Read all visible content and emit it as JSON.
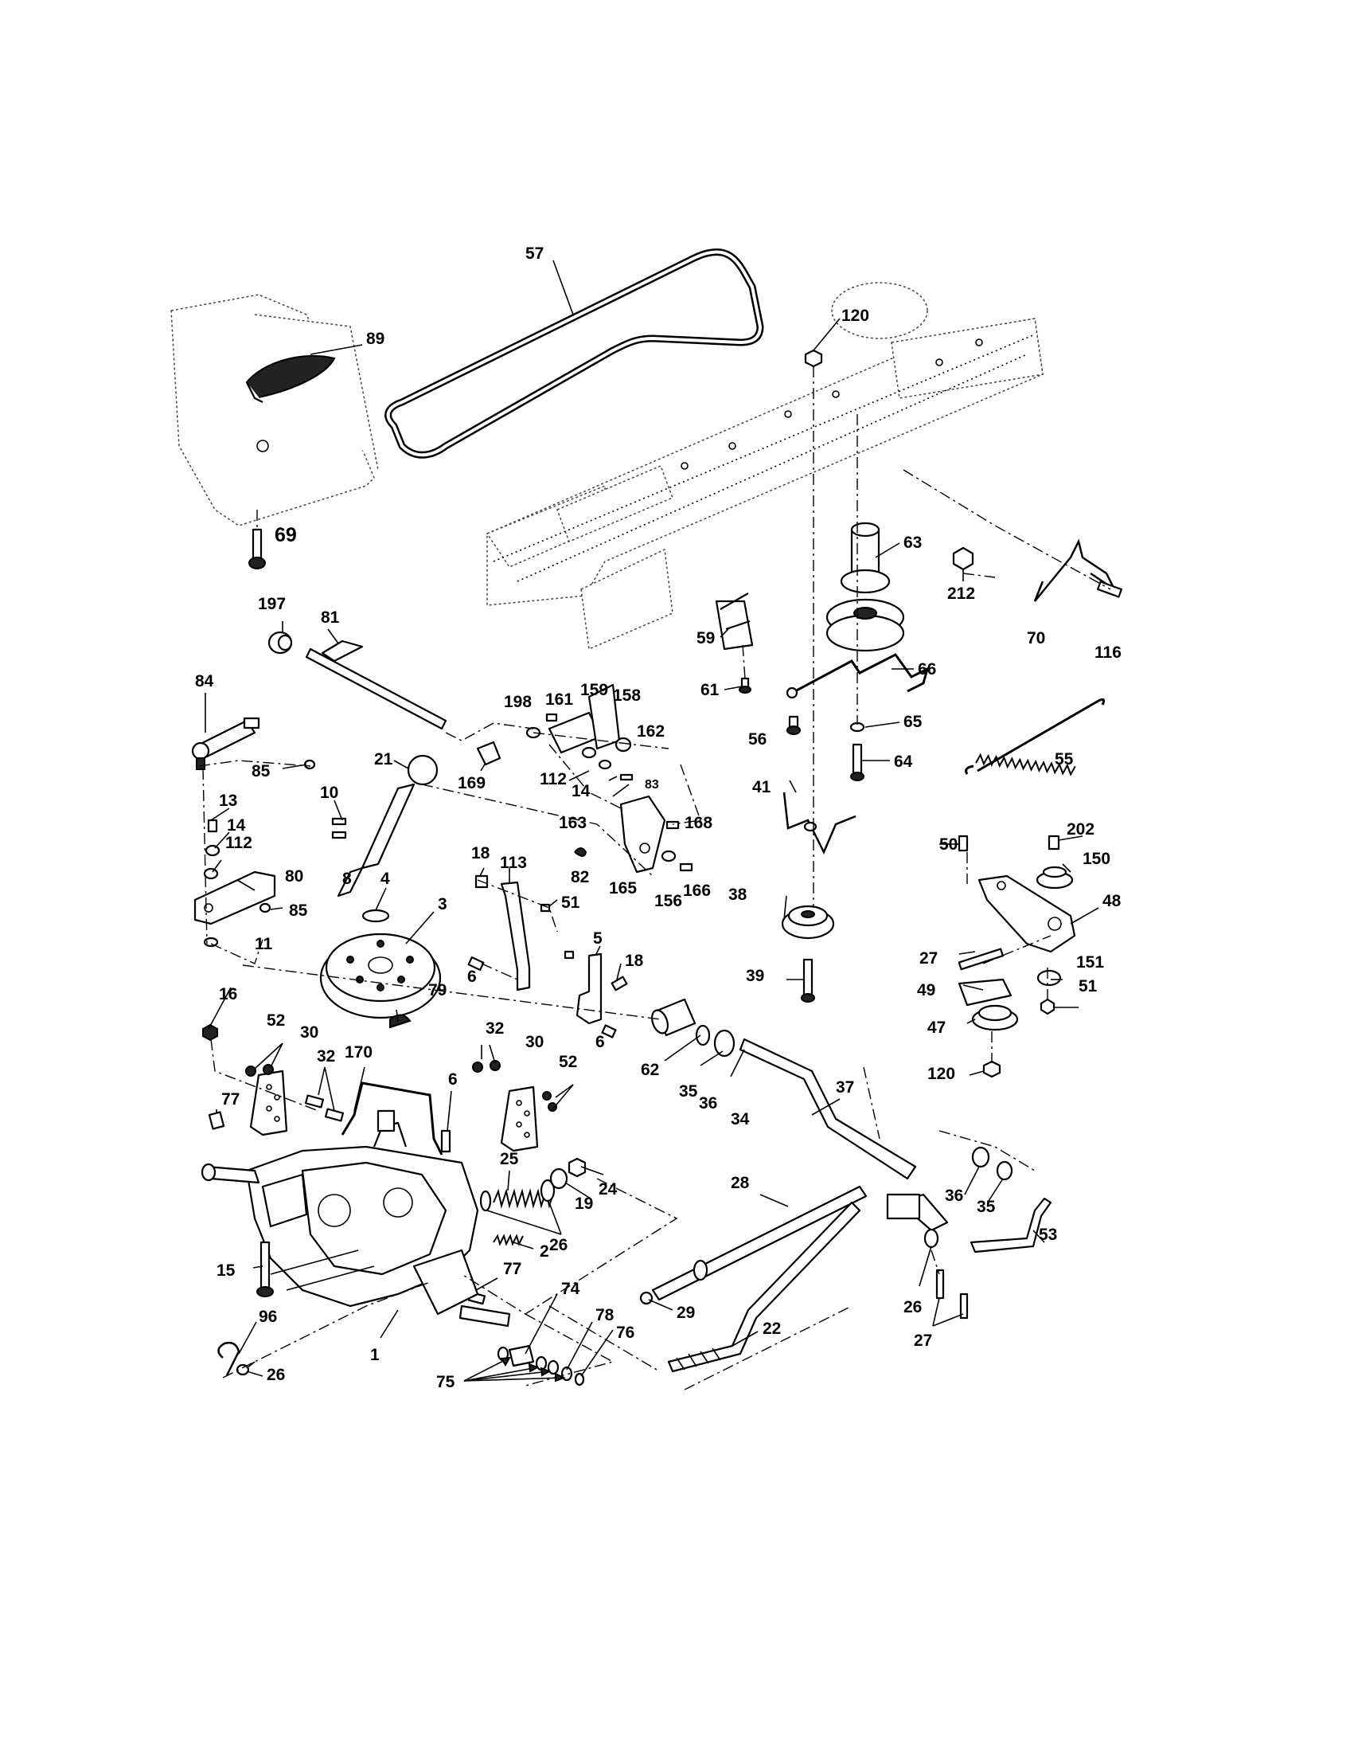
{
  "diagram": {
    "callouts": [
      "57",
      "89",
      "120",
      "69",
      "63",
      "212",
      "70",
      "116",
      "197",
      "81",
      "59",
      "61",
      "66",
      "84",
      "198",
      "161",
      "159",
      "158",
      "162",
      "56",
      "65",
      "64",
      "55",
      "85",
      "21",
      "169",
      "112",
      "14",
      "83",
      "163",
      "41",
      "13",
      "10",
      "168",
      "50",
      "202",
      "150",
      "8",
      "82",
      "165",
      "156",
      "166",
      "48",
      "80",
      "4",
      "18",
      "113",
      "51",
      "38",
      "3",
      "5",
      "6",
      "39",
      "27",
      "151",
      "11",
      "79",
      "49",
      "47",
      "16",
      "52",
      "30",
      "32",
      "170",
      "62",
      "35",
      "36",
      "34",
      "37",
      "77",
      "25",
      "24",
      "19",
      "28",
      "15",
      "26",
      "2",
      "29",
      "22",
      "53",
      "96",
      "74",
      "78",
      "76",
      "75",
      "1"
    ],
    "pointer_callout": "75"
  }
}
